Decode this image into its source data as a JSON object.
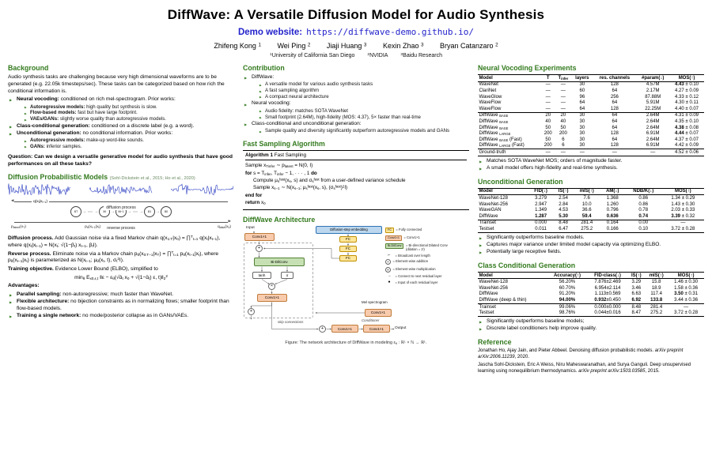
{
  "colors": {
    "heading_green": "#337a1e",
    "link_blue": "#2323cb",
    "waveform_blue": "#1b2fbd",
    "box_orange": "#f8cbad",
    "box_green": "#c6e0b4",
    "box_yellow": "#ffe699",
    "box_blue": "#bdd7ee"
  },
  "header": {
    "title": "DiffWave: A Versatile Diffusion Model for Audio Synthesis",
    "demo_label": "Demo website:",
    "demo_url": "https://diffwave-demo.github.io/",
    "authors": [
      {
        "name": "Zhifeng Kong",
        "sup": "1"
      },
      {
        "name": "Wei Ping",
        "sup": "2"
      },
      {
        "name": "Jiaji Huang",
        "sup": "3"
      },
      {
        "name": "Kexin Zhao",
        "sup": "3"
      },
      {
        "name": "Bryan Catanzaro",
        "sup": "2"
      }
    ],
    "affiliations": [
      {
        "sup": "1",
        "name": "University of California San Diego"
      },
      {
        "sup": "2",
        "name": "NVIDIA"
      },
      {
        "sup": "3",
        "name": "Baidu Research"
      }
    ]
  },
  "background": {
    "heading": "Background",
    "intro": "Audio synthesis tasks are challenging because very high dimensional waveforms are to be generated (e.g. 22.05k timesteps/sec). These tasks can be categorized based on how rich the conditional information is.",
    "items": [
      {
        "text": "**Neural vocoding:** conditioned on rich mel-spectrogram. Prior works:",
        "subs": [
          "**Autoregressive models:** high quality but synthesis is slow.",
          "**Flow-based models:** fast but have large footprint.",
          "**VAEs/GANs:** slightly worse quality than autoregressive models."
        ]
      },
      {
        "text": "**Class-conditional generation:** conditioned on a discrete label (e.g. a word)."
      },
      {
        "text": "**Unconditional generation:** no conditional information. Prior works:",
        "subs": [
          "**Autoregressive models:** make-up word-like sounds.",
          "**GANs:** inferior samples."
        ]
      }
    ],
    "question": "Question: Can we design a versatile generative model for audio synthesis that have good performances on all these tasks?"
  },
  "dpm": {
    "heading": "Diffusion Probabilistic Models",
    "cite": "(Sohl-Dickstein et al., 2015; Ho et al., 2020)",
    "diagram": {
      "process_top": "diffusion process",
      "process_bottom": "reverse process",
      "q_label": "q(x~t~|x~t−1~)",
      "p_label": "p~θ~(x~t−1~|x~t~)",
      "latent_label": "p~latent~(x~T~)",
      "data_label": "q~data~(x~0~)",
      "nodes": [
        "x~T~",
        "⋯",
        "x~t~",
        "x~t−1~",
        "⋯",
        "x~1~",
        "x~0~"
      ]
    },
    "diffusion_process": "**Diffusion process.** Add Gaussian noise via a fixed Markov chain q(x~1:T~|x~0~) = ∏^T^~t=1~ q(x~t~|x~t−1~), where q(x~t~|x~t−1~) = N(x~t~; √(1−β~t~) x~t−1~, β~t~I).",
    "reverse_process": "**Reverse process.** Eliminate noise via a Markov chain p~θ~(x~0:T−1~|x~T~) = ∏^T^~t=1~ p~θ~(x~t−1~|x~t~), where p~θ~(x~t−1~|x~t~) is parameterized as N(x~t−1~; μ~θ~(x~t~, t), σ~t~^2^I).",
    "training": "**Training objective.** Evidence Lower Bound (ELBO), simplified to",
    "objective_formula": "min~θ~ E~x0,ε,t~ ‖ε − ε~θ~(√ᾱ~t~ x~0~ + √(1−ᾱ~t~) ε, t)‖~2~^2^",
    "advantages_label": "Advantages:",
    "advantages": [
      "**Parallel sampling:** non-autoregressive; much faster than WaveNet.",
      "**Flexible architecture:** no bijection constraints as in normalizing flows; smaller footprint than flow-based models.",
      "**Training a single network:** no mode/posterior collapse as in GANs/VAEs."
    ]
  },
  "contribution": {
    "heading": "Contribution",
    "items": [
      {
        "text": "DiffWave:",
        "subs": [
          "A versatile model for various audio synthesis tasks",
          "A fast sampling algorithm",
          "A compact neural architecture"
        ]
      },
      {
        "text": "Neural vocoding:",
        "subs": [
          "Audio fidelity: matches SOTA WaveNet",
          "Small footprint (2.64M), high-fidelity (MOS: 4.37), 5× faster than real-time"
        ]
      },
      {
        "text": "Class-conditional and unconditional generation:",
        "subs": [
          "Sample quality and diversity significantly outperform autoregressive models and GANs"
        ]
      }
    ]
  },
  "fast_sampling": {
    "heading": "Fast Sampling Algorithm",
    "algo_label": "**Algorithm 1** Fast Sampling",
    "lines": [
      {
        "text": "Sample x~T~~infer~ ∼ p~latent~ = N(0, I)",
        "indent": 0
      },
      {
        "text": "**for** s = T~infer~, T~infer~ − 1, · · · , 1 **do**",
        "indent": 0
      },
      {
        "text": "Compute μ~s~^fast^(x~s~, s) and σ~s~^fast^ from a user-defined variance schedule",
        "indent": 1
      },
      {
        "text": "Sample x~s−1~ ∼ N(x~s−1~; μ~s~^fast^(x~s~, s), (σ~s~^fast^)^2^I)",
        "indent": 1
      },
      {
        "text": "**end for**",
        "indent": 0
      },
      {
        "text": "**return** x~0~",
        "indent": 0
      }
    ]
  },
  "architecture": {
    "heading": "DiffWave Architecture",
    "labels": {
      "input": "Input",
      "output": "Output",
      "conv": "Conv1×1",
      "bidil": "Bi-DilConv",
      "tanh": "tanh",
      "sigma": "σ",
      "plus": "+",
      "times": "×",
      "embedding": "Diffusion-step embedding",
      "fc": "FC",
      "mel": "Mel spectrogram",
      "conditioner": "Conditioner",
      "skip": "skip connections"
    },
    "legend": [
      {
        "sym": "FC",
        "kind": "fc",
        "text": "= Fully connected"
      },
      {
        "sym": "Conv1×1",
        "kind": "conv",
        "text": "= Conv1×1"
      },
      {
        "sym": "Bi-DilConv",
        "kind": "dil",
        "text": "= Bi-directional Dilated Conv (dilation = 2^i^)"
      },
      {
        "sym": "⌐",
        "kind": "plain",
        "text": "= Broadcast over length"
      },
      {
        "sym": "+",
        "kind": "op",
        "text": "= Element-wise addition"
      },
      {
        "sym": "×",
        "kind": "op",
        "text": "= Element-wise multiplication"
      },
      {
        "sym": "→",
        "kind": "plain",
        "text": "= Connect to next residual layer"
      },
      {
        "sym": "●",
        "kind": "plain",
        "text": "= Input of each residual layer"
      }
    ],
    "caption": "Figure: The network architecture of DiffWave in modeling ε~θ~ : ℝ^L^ × ℕ → ℝ^L^."
  },
  "vocoding": {
    "heading": "Neural Vocoding Experiments",
    "table": {
      "headers": [
        "Model",
        "T",
        "T~infer~",
        "layers",
        "res. channels",
        "#param(↓)",
        "MOS(↑)"
      ],
      "rows": [
        [
          "WaveNet",
          "—",
          "—",
          "30",
          "128",
          "4.57M",
          "**4.43** ± 0.10"
        ],
        [
          "ClariNet",
          "—",
          "—",
          "60",
          "64",
          "2.17M",
          "4.27 ± 0.09"
        ],
        [
          "WaveGlow",
          "—",
          "—",
          "96",
          "256",
          "87.88M",
          "4.33 ± 0.12"
        ],
        [
          "WaveFlow",
          "—",
          "—",
          "64",
          "64",
          "5.91M",
          "4.30 ± 0.11"
        ],
        [
          "WaveFlow",
          "—",
          "—",
          "64",
          "128",
          "22.25M",
          "4.40 ± 0.07"
        ],
        [
          "DiffWave ~BASE~",
          "20",
          "20",
          "30",
          "64",
          "2.64M",
          "4.31 ± 0.09"
        ],
        [
          "DiffWave ~BASE~",
          "40",
          "40",
          "30",
          "64",
          "2.64M",
          "4.35 ± 0.10"
        ],
        [
          "DiffWave ~BASE~",
          "50",
          "50",
          "30",
          "64",
          "2.64M",
          "**4.38** ± 0.08"
        ],
        [
          "DiffWave ~LARGE~",
          "200",
          "200",
          "30",
          "128",
          "6.91M",
          "**4.44** ± 0.07"
        ],
        [
          "DiffWave ~BASE~ (Fast)",
          "50",
          "6",
          "30",
          "64",
          "2.64M",
          "4.37 ± 0.07"
        ],
        [
          "DiffWave ~LARGE~ (Fast)",
          "200",
          "6",
          "30",
          "128",
          "6.91M",
          "4.42 ± 0.09"
        ],
        [
          "Ground-truth",
          "—",
          "—",
          "—",
          "—",
          "—",
          "4.52 ± 0.06"
        ]
      ]
    },
    "notes": [
      "Matches SOTA WaveNet MOS; orders of magnitude faster.",
      "A small model offers high-fidelity and real-time synthesis."
    ]
  },
  "uncond": {
    "heading": "Unconditional Generation",
    "table": {
      "headers": [
        "Model",
        "FID(↓)",
        "IS(↑)",
        "mIS(↑)",
        "AM(↓)",
        "NDB/K(↓)",
        "MOS(↑)"
      ],
      "rows": [
        [
          "WaveNet-128",
          "3.279",
          "2.54",
          "7.6",
          "1.368",
          "0.86",
          "1.34 ± 0.29"
        ],
        [
          "WaveNet-256",
          "2.947",
          "2.84",
          "10.0",
          "1.260",
          "0.86",
          "1.43 ± 0.30"
        ],
        [
          "WaveGAN",
          "1.349",
          "4.53",
          "36.6",
          "0.796",
          "0.78",
          "2.03 ± 0.33"
        ],
        [
          "DiffWave",
          "**1.287**",
          "**5.30**",
          "**59.4**",
          "**0.636**",
          "**0.74**",
          "**3.39** ± 0.32"
        ],
        [
          "Trainset",
          "0.000",
          "8.48",
          "281.4",
          "0.164",
          "0.00",
          "—"
        ],
        [
          "Testset",
          "0.011",
          "6.47",
          "275.2",
          "0.166",
          "0.10",
          "3.72 ± 0.28"
        ]
      ]
    },
    "notes": [
      "Significantly outperforms baseline models.",
      "Captures major variance under limited model capacity via optimizing ELBO.",
      "Potentially large receptive fields."
    ]
  },
  "classcond": {
    "heading": "Class Conditional Generation",
    "table": {
      "headers": [
        "Model",
        "Accuracy(↑)",
        "FID-class(↓)",
        "IS(↑)",
        "mIS(↑)",
        "MOS(↑)"
      ],
      "rows": [
        [
          "WaveNet-128",
          "56.20%",
          "7.876±2.469",
          "3.29",
          "15.8",
          "1.46 ± 0.30"
        ],
        [
          "WaveNet-256",
          "60.70%",
          "6.954±2.114",
          "3.46",
          "18.9",
          "1.58 ± 0.36"
        ],
        [
          "DiffWave",
          "91.20%",
          "1.113±0.569",
          "6.63",
          "117.4",
          "**3.50** ± 0.31"
        ],
        [
          "DiffWave (deep & thin)",
          "**94.00%**",
          "**0.932**±0.450",
          "**6.92**",
          "**133.8**",
          "3.44 ± 0.36"
        ],
        [
          "Trainset",
          "99.06%",
          "0.000±0.000",
          "8.48",
          "281.4",
          "—"
        ],
        [
          "Testset",
          "98.76%",
          "0.044±0.016",
          "8.47",
          "275.2",
          "3.72 ± 0.28"
        ]
      ]
    },
    "notes": [
      "Significantly outperforms baseline models;",
      "Discrete label conditioners help improve quality."
    ]
  },
  "reference": {
    "heading": "Reference",
    "items": [
      "Jonathan Ho, Ajay Jain, and Pieter Abbeel. Denoising diffusion probabilistic models. __arXiv preprint arXiv:2006.11239__, 2020.",
      "Jascha Sohl-Dickstein, Eric A Weiss, Niru Maheswaranathan, and Surya Ganguli. Deep unsupervised learning using nonequilibrium thermodynamics. __arXiv preprint arXiv:1503.03585__, 2015."
    ]
  }
}
